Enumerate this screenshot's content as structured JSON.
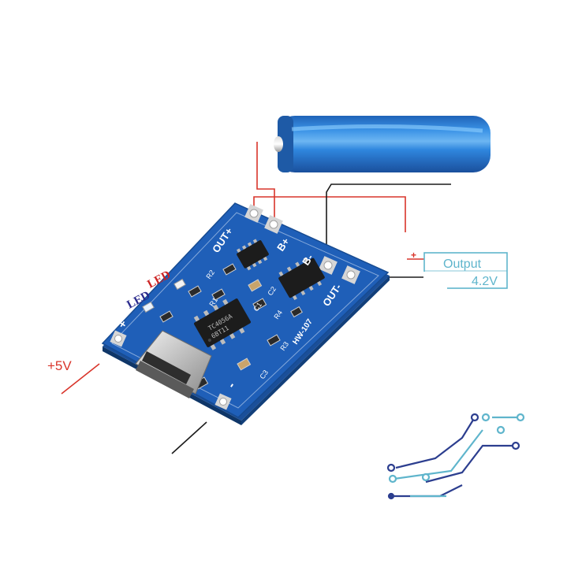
{
  "board": {
    "pads": {
      "out_plus": "OUT+",
      "b_plus": "B+",
      "b_minus": "B-",
      "out_minus": "OUT-",
      "in_plus": "+",
      "in_minus": "-"
    },
    "model": "HW-107",
    "chip_marking_1": "TC4056A",
    "chip_marking_2": "6BT11",
    "components": {
      "r1": "R1",
      "r2": "R2",
      "r3": "R3",
      "r4": "R4",
      "c1": "C1",
      "c2": "C2",
      "c3": "C3"
    },
    "led_blue_label": "LED",
    "led_red_label": "LED"
  },
  "annotations": {
    "input_voltage": "+5V",
    "output_box_label": "Output",
    "output_voltage": "4.2V",
    "output_plus_sign": "+"
  },
  "colors": {
    "pcb_blue": "#1f5fb8",
    "battery_blue": "#2f86de",
    "wire_red": "#d9352b",
    "wire_black": "#1b1b1b",
    "output_box": "#5fb5cc",
    "led_red_text": "#cc2222",
    "led_blue_text": "#2a2a8c",
    "circuit_navy": "#2c3e8f",
    "circuit_teal": "#5fb5cc"
  }
}
